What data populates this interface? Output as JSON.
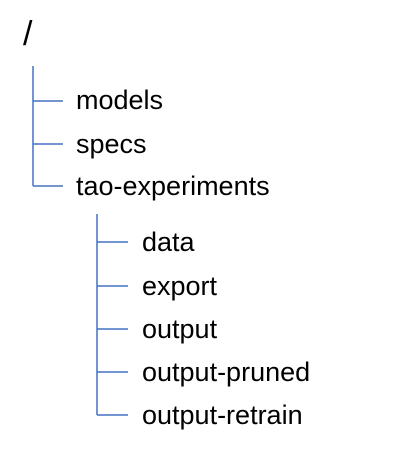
{
  "tree": {
    "root": "/",
    "children": [
      {
        "label": "models"
      },
      {
        "label": "specs"
      },
      {
        "label": "tao-experiments"
      }
    ],
    "subtree": {
      "parent": "tao-experiments",
      "children": [
        {
          "label": "data"
        },
        {
          "label": "export"
        },
        {
          "label": "output"
        },
        {
          "label": "output-pruned"
        },
        {
          "label": "output-retrain"
        }
      ]
    }
  },
  "colors": {
    "connector": "#4472c4",
    "text": "#000000",
    "background": "#ffffff"
  }
}
